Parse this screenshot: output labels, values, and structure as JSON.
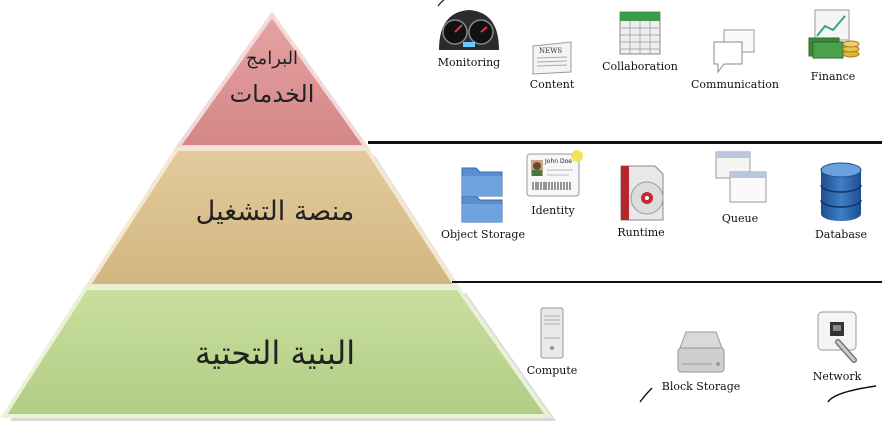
{
  "pyramid": {
    "top": {
      "line1": "البرامج",
      "line2": "الخدمات"
    },
    "middle": {
      "label": "منصة التشغيل"
    },
    "bottom": {
      "label": "البنية التحتية"
    }
  },
  "rows": {
    "software": [
      {
        "label": "Monitoring",
        "icon": "dashboard-gauge-icon"
      },
      {
        "label": "Content",
        "icon": "newspaper-icon"
      },
      {
        "label": "Collaboration",
        "icon": "calendar-icon"
      },
      {
        "label": "Communication",
        "icon": "chat-bubbles-icon"
      },
      {
        "label": "Finance",
        "icon": "money-chart-icon"
      }
    ],
    "platform": [
      {
        "label": "Object Storage",
        "icon": "folders-icon"
      },
      {
        "label": "Identity",
        "icon": "id-card-icon",
        "badge": "John Doe"
      },
      {
        "label": "Runtime",
        "icon": "runtime-disc-icon"
      },
      {
        "label": "Queue",
        "icon": "windows-queue-icon"
      },
      {
        "label": "Database",
        "icon": "database-cylinder-icon"
      }
    ],
    "infrastructure": [
      {
        "label": "Compute",
        "icon": "server-tower-icon"
      },
      {
        "label": "Block Storage",
        "icon": "hard-drive-icon"
      },
      {
        "label": "Network",
        "icon": "network-jack-icon"
      }
    ]
  },
  "colors": {
    "top_tier": "#dc8f8f",
    "middle_tier": "#dcc08e",
    "bottom_tier": "#bcd58f"
  }
}
